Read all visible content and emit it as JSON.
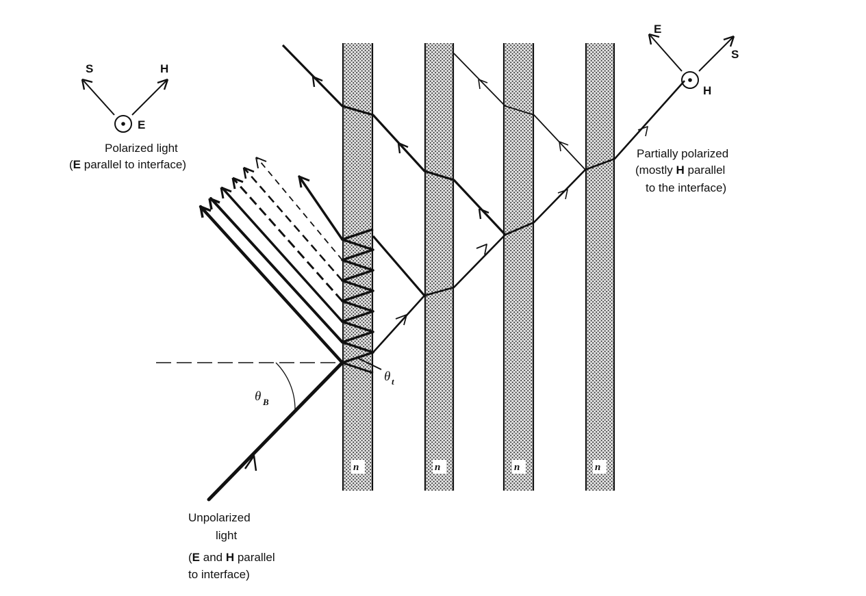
{
  "figure": {
    "polarized_label": {
      "line1": "Polarized light",
      "line2_bold": "E",
      "line2_rest": " parallel to interface)",
      "line2_open": "("
    },
    "polarized_axes": {
      "s": "S",
      "h": "H",
      "e": "E"
    },
    "partial_label": {
      "line1": "Partially polarized",
      "line2_open": "(mostly ",
      "line2_bold": "H",
      "line2_rest": " parallel",
      "line3": "to the interface)"
    },
    "partial_axes": {
      "e": "E",
      "s": "S",
      "h": "H"
    },
    "unpolarized_label": {
      "line1": "Unpolarized",
      "line2": "light",
      "line3_open": "(",
      "line3_bold1": "E",
      "line3_mid": " and ",
      "line3_bold2": "H",
      "line3_rest": " parallel",
      "line4": "to interface)"
    },
    "angles": {
      "brewster": "θ",
      "brewster_sub": "B",
      "transmitted": "θ",
      "transmitted_sub": "t"
    },
    "plates": [
      {
        "label": "n"
      },
      {
        "label": "n"
      },
      {
        "label": "n"
      },
      {
        "label": "n"
      }
    ],
    "colors": {
      "ink": "#111111",
      "plate_fill": "#c8c8c8",
      "background": "#ffffff"
    }
  }
}
